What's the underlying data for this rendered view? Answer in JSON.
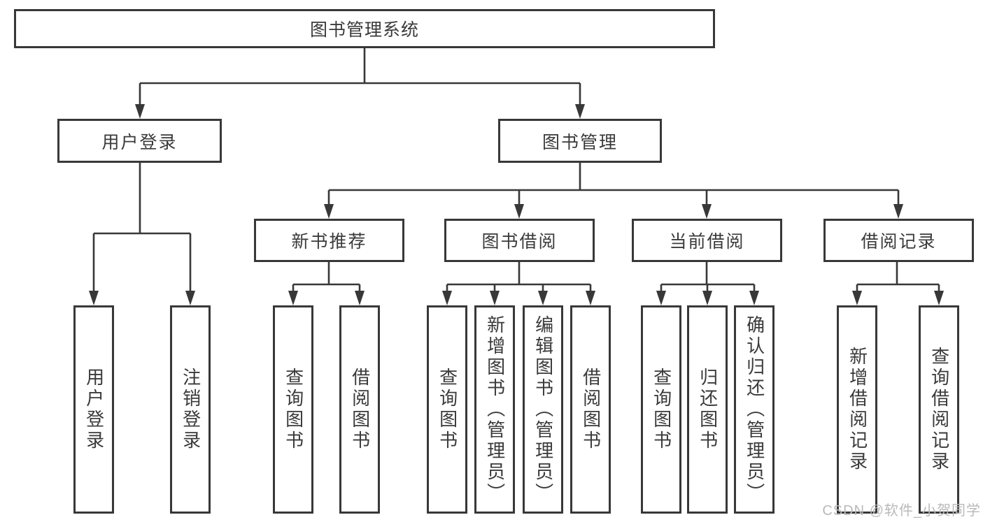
{
  "diagram": {
    "type": "tree",
    "root": {
      "label": "图书管理系统",
      "children": [
        {
          "label": "用户登录",
          "children": [
            {
              "label": "用户登录"
            },
            {
              "label": "注销登录"
            }
          ]
        },
        {
          "label": "图书管理",
          "children": [
            {
              "label": "新书推荐",
              "children": [
                {
                  "label": "查询图书"
                },
                {
                  "label": "借阅图书"
                }
              ]
            },
            {
              "label": "图书借阅",
              "children": [
                {
                  "label": "查询图书"
                },
                {
                  "label": "新增图书（管理员）"
                },
                {
                  "label": "编辑图书（管理员）"
                },
                {
                  "label": "借阅图书"
                }
              ]
            },
            {
              "label": "当前借阅",
              "children": [
                {
                  "label": "查询图书"
                },
                {
                  "label": "归还图书"
                },
                {
                  "label": "确认归还（管理员）"
                }
              ]
            },
            {
              "label": "借阅记录",
              "children": [
                {
                  "label": "新增借阅记录"
                },
                {
                  "label": "查询借阅记录"
                }
              ]
            }
          ]
        }
      ]
    },
    "watermark": "CSDN @软件_小贺同学",
    "colors": {
      "line": "#383838",
      "text": "#3a3a3a",
      "watermark": "#b9b9b9",
      "background": "#ffffff"
    }
  }
}
